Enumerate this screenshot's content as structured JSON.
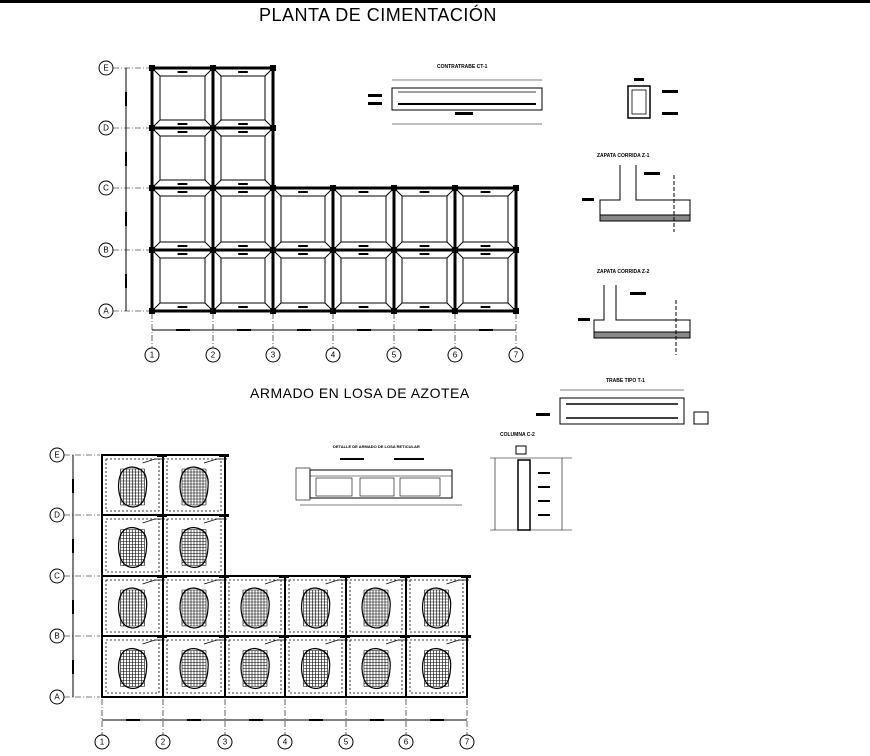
{
  "titles": {
    "foundation_plan": "PLANTA DE CIMENTACIÓN",
    "roof_slab": "ARMADO EN LOSA DE AZOTEA"
  },
  "details": {
    "contratrabe": "CONTRATRABE CT-1",
    "zapata_1": "ZAPATA CORRIDA Z-1",
    "zapata_2": "ZAPATA CORRIDA Z-2",
    "trabe": "TRABE TIPO T-1",
    "columna": "COLUMNA C-2",
    "losa_detalle": "DETALLE DE ARMADO DE LOSA RETICULAR"
  },
  "axes": {
    "letters": [
      "E",
      "D",
      "C",
      "B",
      "A"
    ],
    "numbers": [
      "1",
      "2",
      "3",
      "4",
      "5",
      "6",
      "7"
    ]
  }
}
